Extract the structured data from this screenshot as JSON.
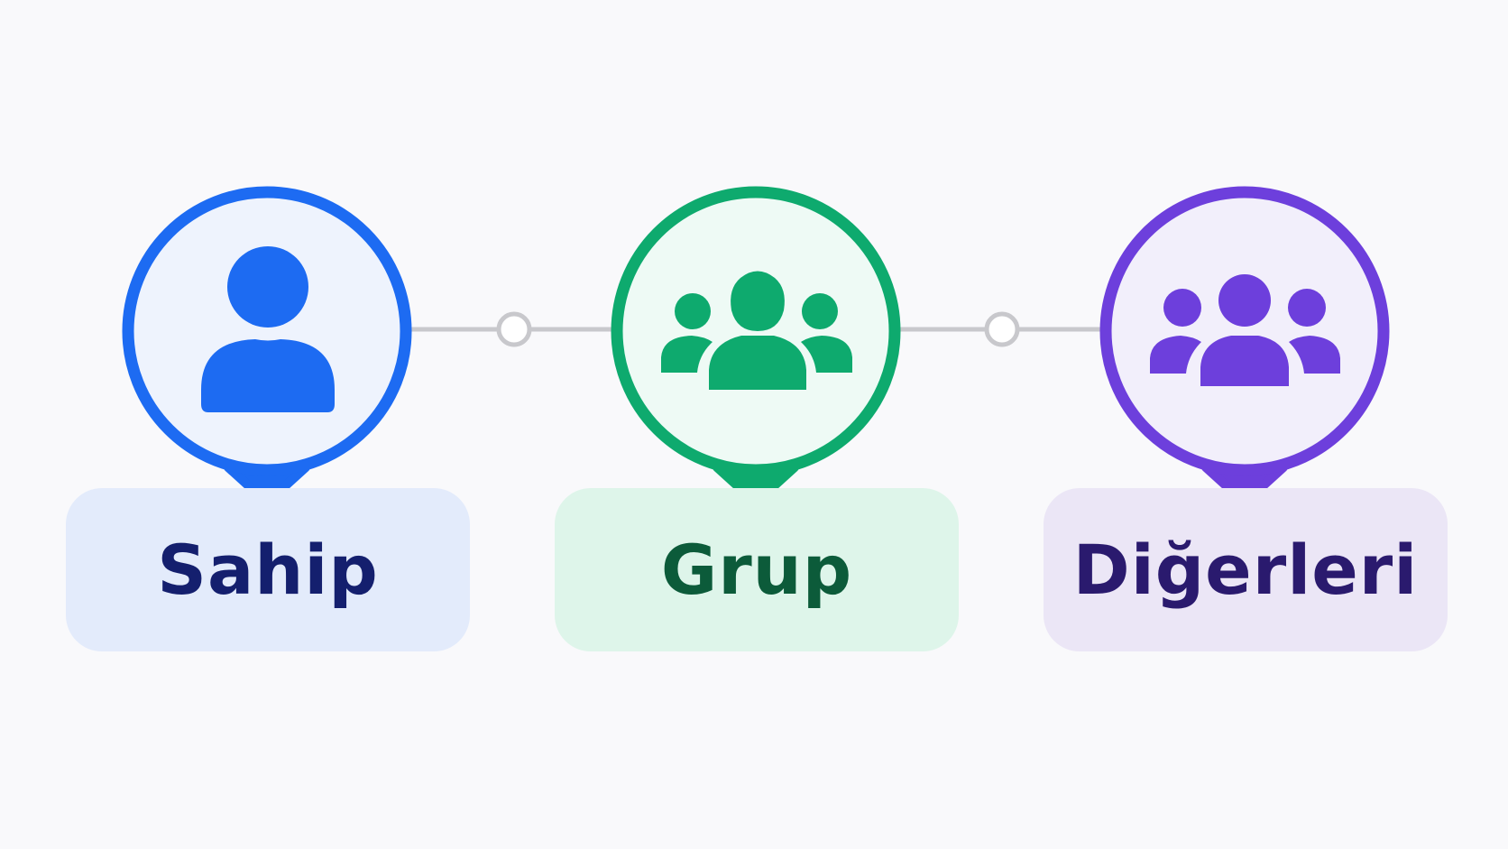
{
  "diagram": {
    "nodes": [
      {
        "id": "sahip",
        "label": "Sahip",
        "icon": "single-user-icon",
        "accent": "#1d6bf2",
        "fill": "#eef3fd",
        "card": "#e3ebfb",
        "text_color": "#141f6e"
      },
      {
        "id": "grup",
        "label": "Grup",
        "icon": "group-users-icon",
        "accent": "#0eaa6e",
        "fill": "#eefaf5",
        "card": "#def5ea",
        "text_color": "#0c5b3a"
      },
      {
        "id": "digerleri",
        "label": "Diğerleri",
        "icon": "others-users-icon",
        "accent": "#6d3fdc",
        "fill": "#f2effb",
        "card": "#ebe6f6",
        "text_color": "#2a1a6e"
      }
    ],
    "connector_color": "#c8c8cc"
  }
}
